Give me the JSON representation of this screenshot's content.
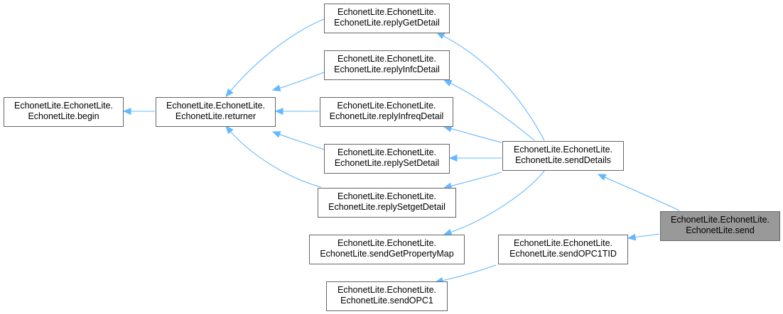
{
  "colors": {
    "edge": "#63b8ff",
    "node_border": "#666666",
    "node_fill": "#ffffff",
    "highlight_fill": "#999999"
  },
  "nodes": [
    {
      "id": "begin",
      "lines": [
        "EchonetLite.EchonetLite.",
        "EchonetLite.begin"
      ],
      "highlight": false
    },
    {
      "id": "returner",
      "lines": [
        "EchonetLite.EchonetLite.",
        "EchonetLite.returner"
      ],
      "highlight": false
    },
    {
      "id": "replyGetDetail",
      "lines": [
        "EchonetLite.EchonetLite.",
        "EchonetLite.replyGetDetail"
      ],
      "highlight": false
    },
    {
      "id": "replyInfcDetail",
      "lines": [
        "EchonetLite.EchonetLite.",
        "EchonetLite.replyInfcDetail"
      ],
      "highlight": false
    },
    {
      "id": "replyInfreqDetail",
      "lines": [
        "EchonetLite.EchonetLite.",
        "EchonetLite.replyInfreqDetail"
      ],
      "highlight": false
    },
    {
      "id": "replySetDetail",
      "lines": [
        "EchonetLite.EchonetLite.",
        "EchonetLite.replySetDetail"
      ],
      "highlight": false
    },
    {
      "id": "replySetgetDetail",
      "lines": [
        "EchonetLite.EchonetLite.",
        "EchonetLite.replySetgetDetail"
      ],
      "highlight": false
    },
    {
      "id": "sendGetPropertyMap",
      "lines": [
        "EchonetLite.EchonetLite.",
        "EchonetLite.sendGetPropertyMap"
      ],
      "highlight": false
    },
    {
      "id": "sendDetails",
      "lines": [
        "EchonetLite.EchonetLite.",
        "EchonetLite.sendDetails"
      ],
      "highlight": false
    },
    {
      "id": "sendOPC1TID",
      "lines": [
        "EchonetLite.EchonetLite.",
        "EchonetLite.sendOPC1TID"
      ],
      "highlight": false
    },
    {
      "id": "sendOPC1",
      "lines": [
        "EchonetLite.EchonetLite.",
        "EchonetLite.sendOPC1"
      ],
      "highlight": false
    },
    {
      "id": "send",
      "lines": [
        "EchonetLite.EchonetLite.",
        "EchonetLite.send"
      ],
      "highlight": true
    }
  ],
  "edges": [
    {
      "from": "send",
      "to": "sendDetails"
    },
    {
      "from": "send",
      "to": "sendOPC1TID"
    },
    {
      "from": "sendDetails",
      "to": "replyGetDetail"
    },
    {
      "from": "sendDetails",
      "to": "replyInfcDetail"
    },
    {
      "from": "sendDetails",
      "to": "replyInfreqDetail"
    },
    {
      "from": "sendDetails",
      "to": "replySetDetail"
    },
    {
      "from": "sendDetails",
      "to": "replySetgetDetail"
    },
    {
      "from": "sendDetails",
      "to": "sendGetPropertyMap"
    },
    {
      "from": "sendOPC1TID",
      "to": "sendOPC1"
    },
    {
      "from": "replyGetDetail",
      "to": "returner"
    },
    {
      "from": "replyInfcDetail",
      "to": "returner"
    },
    {
      "from": "replyInfreqDetail",
      "to": "returner"
    },
    {
      "from": "replySetDetail",
      "to": "returner"
    },
    {
      "from": "replySetgetDetail",
      "to": "returner"
    },
    {
      "from": "returner",
      "to": "begin"
    }
  ]
}
